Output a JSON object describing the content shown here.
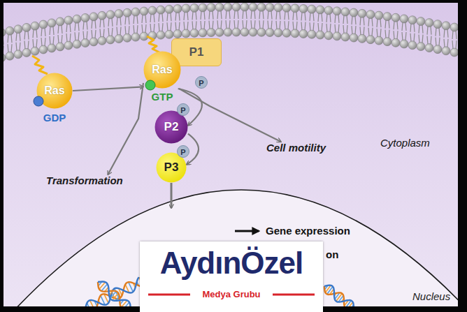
{
  "diagram": {
    "nodes": [
      {
        "text": [
          "Ras",
          "GDP"
        ]
      },
      {
        "text": [
          "Ras",
          "GTP"
        ]
      },
      {
        "text": [
          "P1"
        ]
      },
      {
        "text": [
          "P2"
        ]
      },
      {
        "text": [
          "P3"
        ]
      },
      {
        "text": [
          "Transformation"
        ]
      },
      {
        "text": [
          "Cell motility"
        ]
      },
      {
        "text": [
          "Nucleus"
        ]
      }
    ],
    "edges": [
      {
        "from": 0,
        "to": 1,
        "arrow": "to"
      },
      {
        "from": 1,
        "to": 5,
        "arrow": "to"
      },
      {
        "from": 1,
        "to": 6,
        "arrow": "to"
      },
      {
        "from": 1,
        "to": 3,
        "arrow": "to"
      },
      {
        "from": 3,
        "to": 4,
        "arrow": "to"
      },
      {
        "from": 4,
        "to": 7,
        "arrow": "to"
      }
    ],
    "labels": [
      "P",
      "P",
      "P",
      "Cytoplasm",
      "Gene expression",
      "on",
      "AydınÖzel",
      "Medya Grubu"
    ]
  }
}
